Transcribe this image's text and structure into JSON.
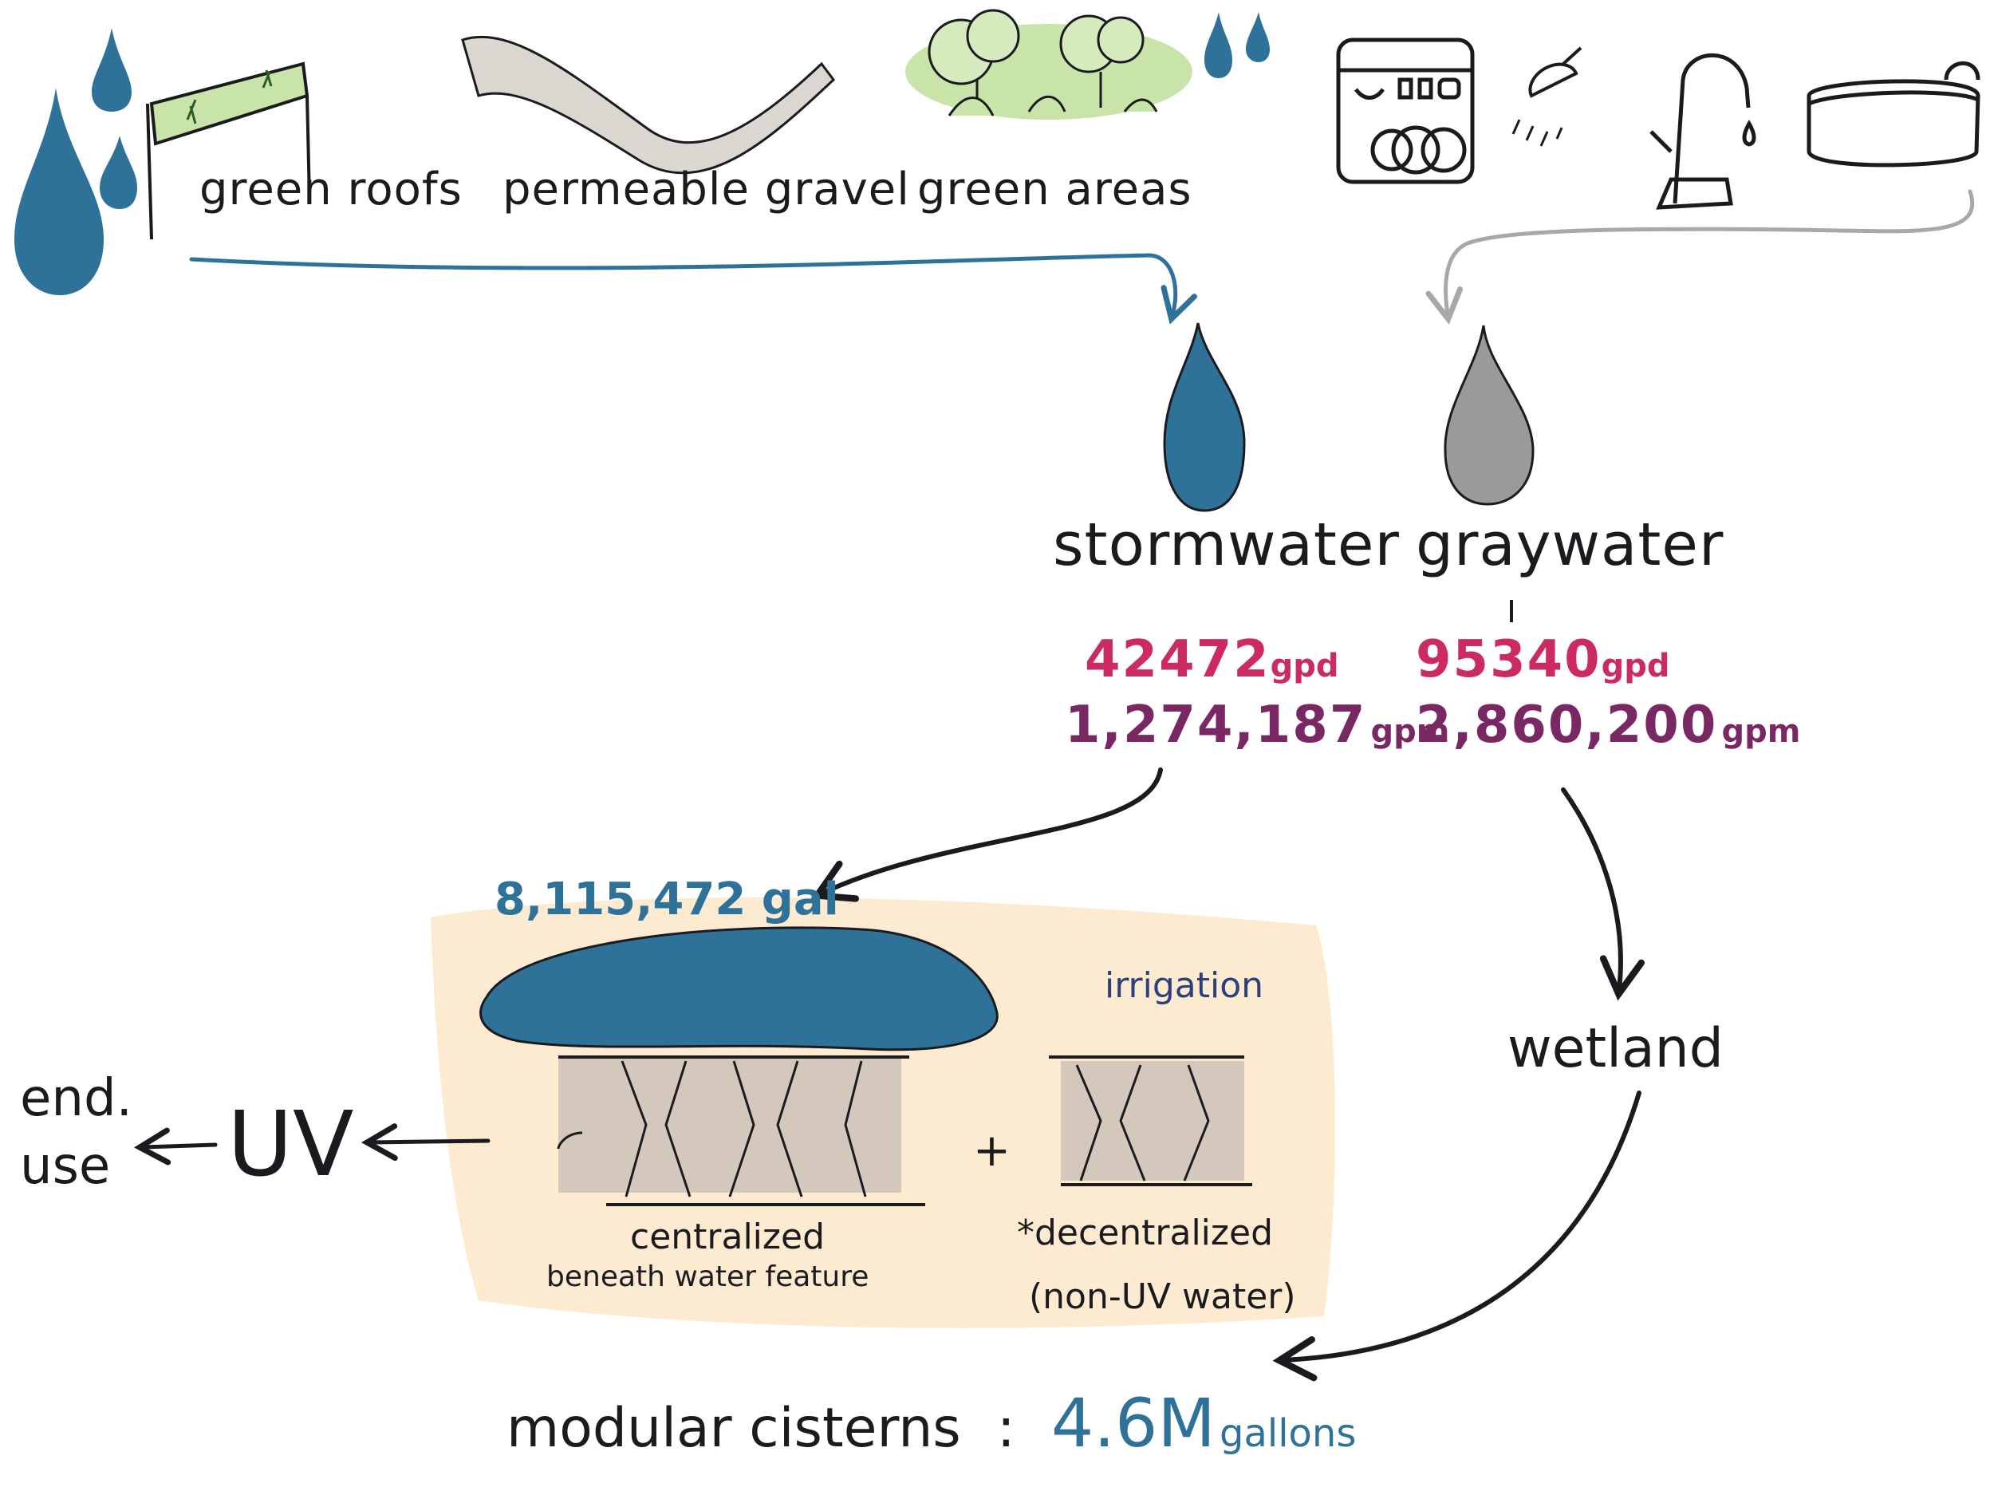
{
  "colors": {
    "stormwater_blue": "#2e7299",
    "graywater_gray": "#8e8e8e",
    "flow_pink": "#cc2a63",
    "flow_purple": "#7a2863",
    "roof_green": "#c9e4a9",
    "gravel": "#d9d7cf",
    "highlight": "#fbe7c8",
    "cistern": "#d3c8bb",
    "ink": "#1b1b1f"
  },
  "icons": [
    "raindrop-icon",
    "green-roof-icon",
    "gravel-path-icon",
    "trees-icon",
    "dishwasher-icon",
    "shower-icon",
    "faucet-icon",
    "tub-icon"
  ],
  "sources": {
    "green_roofs": "green roofs",
    "permeable_gravel": "permeable gravel",
    "green_areas": "green areas"
  },
  "stormwater": {
    "label": "stormwater",
    "gpd_value": "42472",
    "gpd_unit": "gpd",
    "gpm_value": "1,274,187",
    "gpm_unit": "gpm"
  },
  "graywater": {
    "label": "graywater",
    "gpd_value": "95340",
    "gpd_unit": "gpd",
    "gpm_value": "2,860,200",
    "gpm_unit": "gpm"
  },
  "pond_volume": "8,115,472 gal",
  "irrigation": "irrigation",
  "cisterns": {
    "centralized": "centralized",
    "centralized_note": "beneath water feature",
    "plus": "+",
    "decentralized": "*decentralized",
    "decentralized_note": "(non-UV water)"
  },
  "wetland": "wetland",
  "uv": "UV",
  "end_use_line1": "end.",
  "end_use_line2": "use",
  "summary": {
    "label": "modular cisterns",
    "separator": ":",
    "value": "4.6M",
    "unit": "gallons"
  }
}
